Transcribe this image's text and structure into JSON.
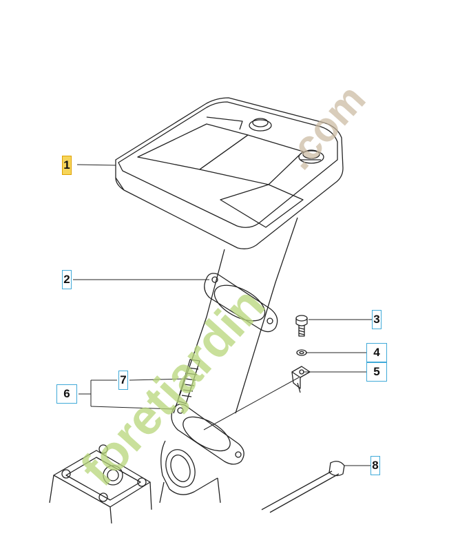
{
  "diagram": {
    "callouts": [
      {
        "id": "1",
        "label": "1",
        "highlighted": true
      },
      {
        "id": "2",
        "label": "2",
        "highlighted": false
      },
      {
        "id": "3",
        "label": "3",
        "highlighted": false
      },
      {
        "id": "4",
        "label": "4",
        "highlighted": false
      },
      {
        "id": "5",
        "label": "5",
        "highlighted": false
      },
      {
        "id": "6",
        "label": "6",
        "highlighted": false
      },
      {
        "id": "7",
        "label": "7",
        "highlighted": false
      },
      {
        "id": "8",
        "label": "8",
        "highlighted": false
      }
    ],
    "watermark_text": "foretjardin.com"
  },
  "colors": {
    "callout_border": "#3fa9d8",
    "highlight_fill": "#f6d55a",
    "line": "#222222",
    "watermark_green": "#b7d67a",
    "watermark_brown": "#c9b89f"
  }
}
